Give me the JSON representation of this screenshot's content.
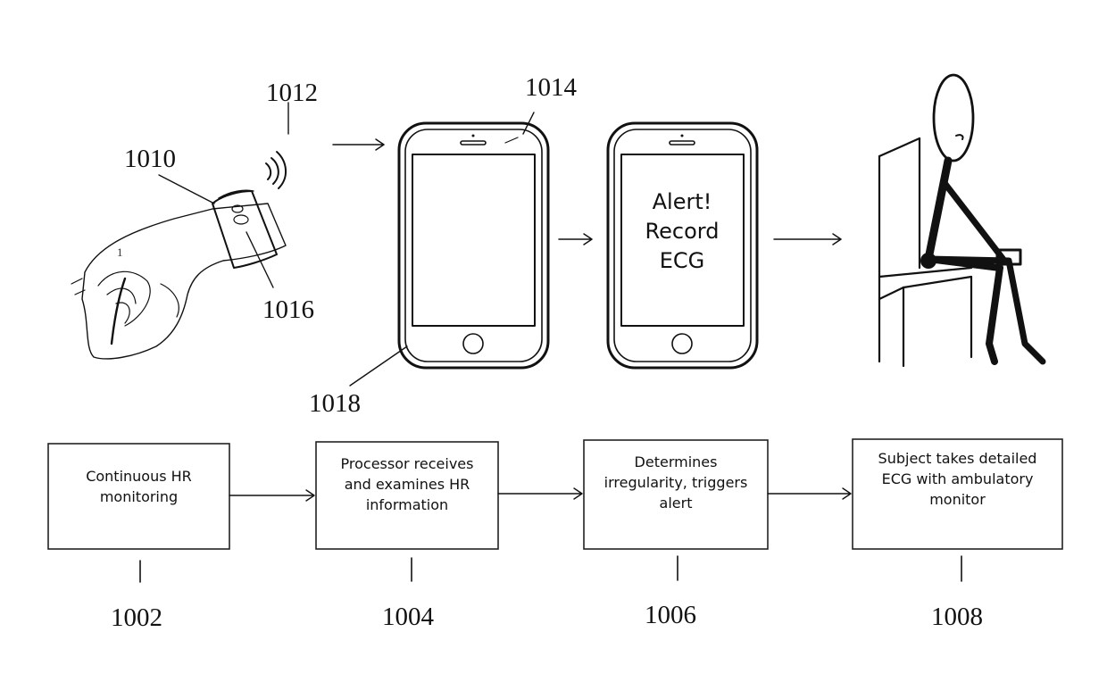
{
  "figure": {
    "steps": [
      {
        "id": "1002",
        "lines": [
          "Continuous HR",
          "monitoring"
        ]
      },
      {
        "id": "1004",
        "lines": [
          "Processor receives",
          "and examines HR",
          "information"
        ]
      },
      {
        "id": "1006",
        "lines": [
          "Determines",
          "irregularity, triggers",
          "alert"
        ]
      },
      {
        "id": "1008",
        "lines": [
          "Subject takes detailed",
          "ECG with ambulatory",
          "monitor"
        ]
      }
    ],
    "reference_numerals": {
      "band": "1010",
      "signal": "1012",
      "phone": "1014",
      "sensor": "1016",
      "screen": "1018"
    },
    "alert_screen": {
      "lines": [
        "Alert!",
        "Record",
        "ECG"
      ]
    }
  }
}
